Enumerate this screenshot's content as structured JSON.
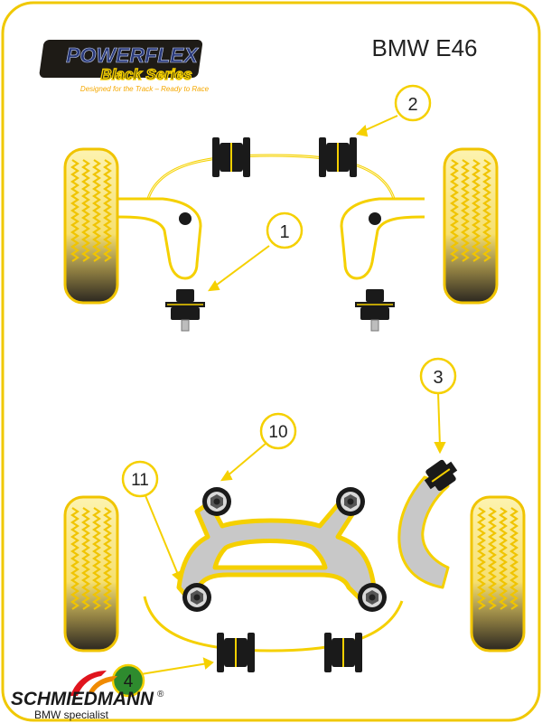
{
  "brand": {
    "name": "POWERFLEX",
    "series": "Black Series",
    "tagline": "Designed for the Track – Ready to Race"
  },
  "model": "BMW E46",
  "callouts": [
    "1",
    "2",
    "3",
    "4",
    "10",
    "11"
  ],
  "footer": {
    "company": "SCHMIEDMANN",
    "registered": "®",
    "subtitle": "BMW specialist"
  },
  "colors": {
    "frame": "#f0c800",
    "yellow": "#f5d000",
    "light_yellow": "#fdf7c0",
    "tyre_dark": "#2a2620",
    "bush": "#1a1a1a",
    "subframe_gray": "#c8c8c8",
    "callout_green": "#2e8b2e",
    "logo_red": "#e0141e",
    "logo_orange": "#f08a00"
  }
}
